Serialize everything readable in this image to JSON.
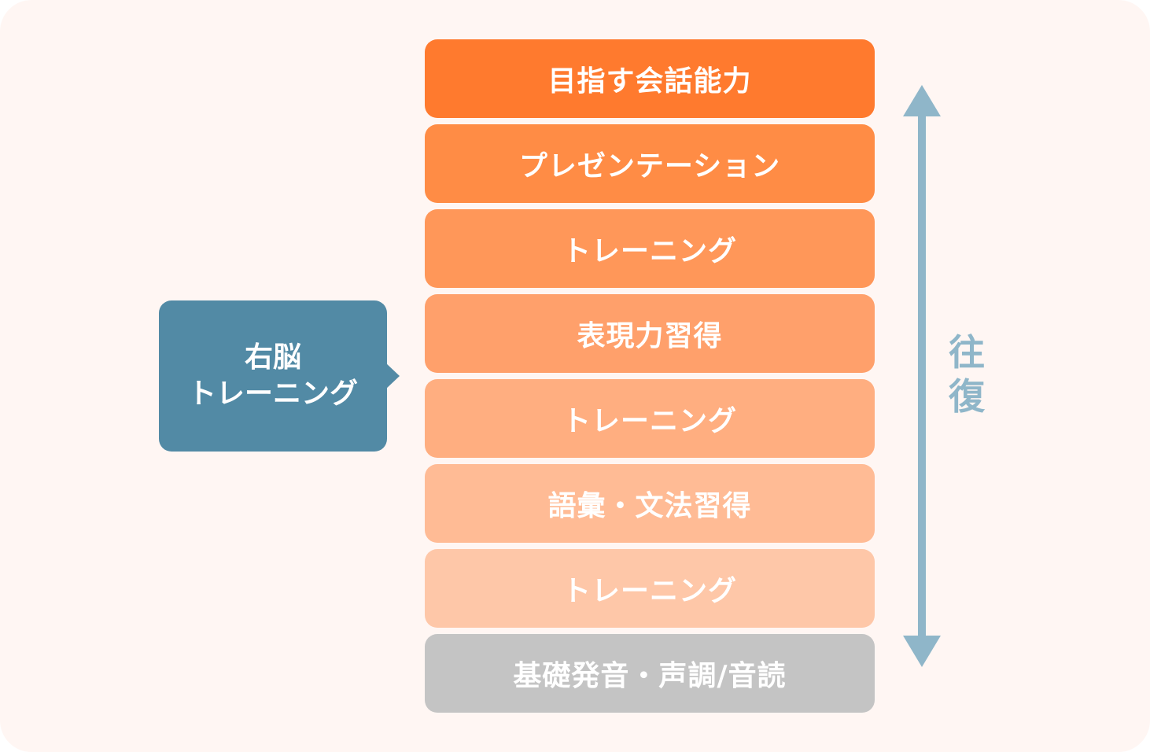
{
  "levels": [
    {
      "label": "目指す会話能力",
      "color": "#ff7a2e"
    },
    {
      "label": "プレゼンテーション",
      "color": "#ff8c45"
    },
    {
      "label": "トレーニング",
      "color": "#ff9759"
    },
    {
      "label": "表現力習得",
      "color": "#ffa06b"
    },
    {
      "label": "トレーニング",
      "color": "#ffae80"
    },
    {
      "label": "語彙・文法習得",
      "color": "#ffbb95"
    },
    {
      "label": "トレーニング",
      "color": "#fec7a8"
    },
    {
      "label": "基礎発音・声調/音読",
      "color": "#c4c4c4"
    }
  ],
  "callout": {
    "line1": "右脳",
    "line2": "トレーニング",
    "color": "#528aa5"
  },
  "arrow": {
    "label": "往復",
    "color": "#8fb6c9"
  },
  "background": "#fff6f3"
}
